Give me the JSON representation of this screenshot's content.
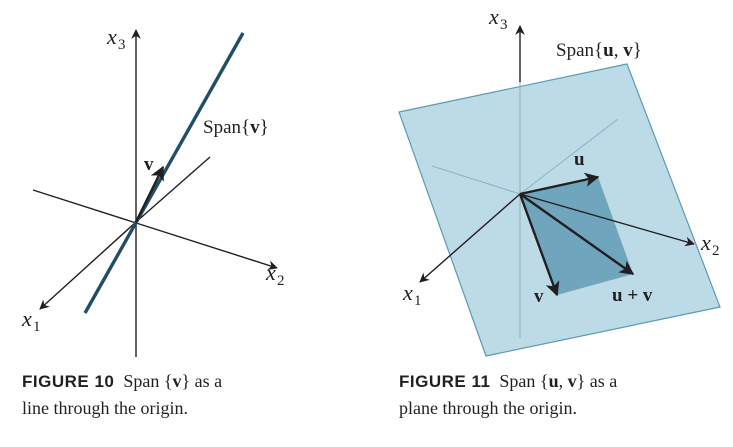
{
  "figure10": {
    "labels": {
      "x1": "x",
      "x1_sub": "1",
      "x2": "x",
      "x2_sub": "2",
      "x3": "x",
      "x3_sub": "3",
      "span_prefix": "Span{",
      "span_vec": "v",
      "span_suffix": "}",
      "vector_v": "v"
    },
    "caption": {
      "number": "FIGURE 10",
      "text_before": "Span {",
      "vec": "v",
      "text_after": "} as a",
      "line2": "line through the origin."
    }
  },
  "figure11": {
    "labels": {
      "x1": "x",
      "x1_sub": "1",
      "x2": "x",
      "x2_sub": "2",
      "x3": "x",
      "x3_sub": "3",
      "span_prefix": "Span{",
      "span_u": "u",
      "span_sep": ", ",
      "span_v": "v",
      "span_suffix": "}",
      "vector_u": "u",
      "vector_v": "v",
      "vector_sum": "u + v"
    },
    "caption": {
      "number": "FIGURE 11",
      "text_before": "Span {",
      "vec_u": "u",
      "sep": ", ",
      "vec_v": "v",
      "text_after": "} as a",
      "line2": "plane through the origin."
    }
  },
  "colors": {
    "axis": "#231f20",
    "span_line": "#1f4e66",
    "plane_fill": "#bcdbe6",
    "plane_edge": "#5a9bb4",
    "parallelogram_fill": "#6fa5bd"
  }
}
